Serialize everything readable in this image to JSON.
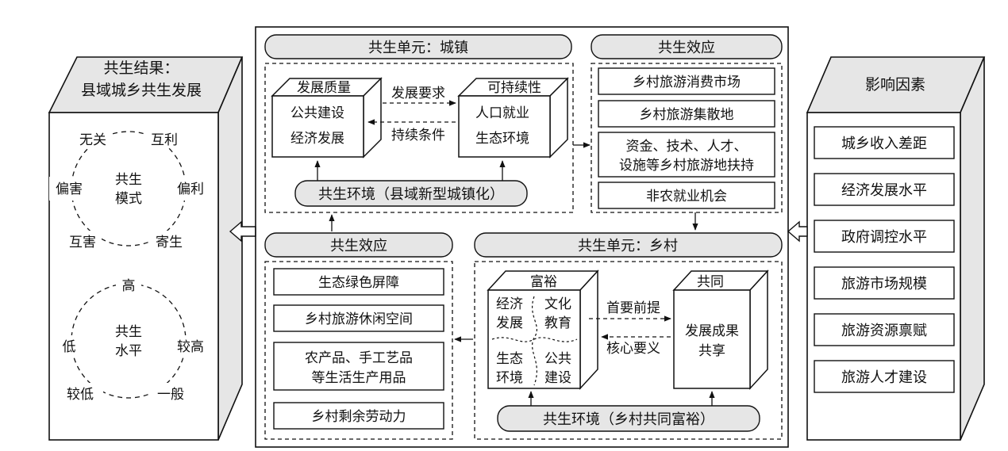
{
  "left_panel": {
    "title_line1": "共生结果：",
    "title_line2": "县域城乡共生发展",
    "mode_circle": {
      "center_line1": "共生",
      "center_line2": "模式",
      "labels": [
        "无关",
        "互利",
        "偏害",
        "偏利",
        "互害",
        "寄生"
      ]
    },
    "level_circle": {
      "top": "高",
      "center_line1": "共生",
      "center_line2": "水平",
      "labels": [
        "低",
        "较高",
        "较低",
        "一般"
      ]
    }
  },
  "right_panel": {
    "title": "影响因素",
    "factors": [
      "城乡收入差距",
      "经济发展水平",
      "政府调控水平",
      "旅游市场规模",
      "旅游资源禀赋",
      "旅游人才建设"
    ]
  },
  "urban": {
    "header": "共生单元：城镇",
    "cube_left": {
      "top": "发展质量",
      "lines": [
        "公共建设",
        "经济发展"
      ]
    },
    "cube_right": {
      "top": "可持续性",
      "lines": [
        "人口就业",
        "生态环境"
      ]
    },
    "arrow_top_label": "发展要求",
    "arrow_bottom_label": "持续条件",
    "environment": "共生环境（县域新型城镇化）"
  },
  "urban_effect": {
    "header": "共生效应",
    "items": [
      "乡村旅游消费市场",
      "乡村旅游集散地",
      "资金、技术、人才、",
      "设施等乡村旅游地扶持",
      "非农就业机会"
    ]
  },
  "rural_effect": {
    "header": "共生效应",
    "items": [
      "生态绿色屏障",
      "乡村旅游休闲空间",
      "农产品、手工艺品",
      "等生活生产用品",
      "乡村剩余劳动力"
    ]
  },
  "rural": {
    "header": "共生单元：乡村",
    "cube_left": {
      "top": "富裕",
      "quad": [
        "经济",
        "发展",
        "文化",
        "教育",
        "生态",
        "环境",
        "公共",
        "建设"
      ]
    },
    "cube_right": {
      "top": "共同",
      "lines": [
        "发展成果",
        "共享"
      ]
    },
    "arrow_top_label": "首要前提",
    "arrow_bottom_label": "核心要义",
    "environment": "共生环境（乡村共同富裕）"
  }
}
